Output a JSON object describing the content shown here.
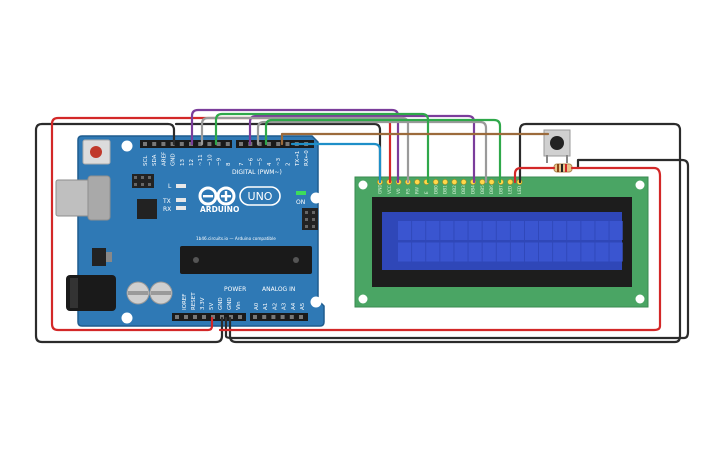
{
  "arduino": {
    "brand": "ARDUINO",
    "model": "UNO",
    "on_label": "ON",
    "l_label": "L",
    "tx_label": "TX",
    "rx_label": "RX",
    "site": "1b46.circuits.io — Arduino compatible",
    "digital_label": "DIGITAL (PWM~)",
    "power_label": "POWER",
    "analog_label": "ANALOG IN",
    "top_pins": [
      "SCL",
      "SDA",
      "AREF",
      "GND",
      "13",
      "12",
      "~11",
      "~10",
      "~9",
      "8",
      "7",
      "~6",
      "~5",
      "4",
      "~3",
      "2",
      "TX→1",
      "RX←0"
    ],
    "power_pins": [
      "IOREF",
      "RESET",
      "3.3V",
      "5V",
      "GND",
      "GND",
      "Vin"
    ],
    "analog_pins": [
      "A0",
      "A1",
      "A2",
      "A3",
      "A4",
      "A5"
    ]
  },
  "lcd": {
    "pin_labels": [
      "GND",
      "VCC",
      "V0",
      "RS",
      "RW",
      "E",
      "DB0",
      "DB1",
      "DB2",
      "DB3",
      "DB4",
      "DB5",
      "DB6",
      "DB7",
      "LED",
      "LED"
    ],
    "rows": 2,
    "cols": 16
  },
  "colors": {
    "board": "#2f79b5",
    "board_dark": "#1f5c8e",
    "lcd_pcb": "#4aa564",
    "lcd_bezel": "#1d1d1d",
    "lcd_screen": "#2f47b8",
    "lcd_cell": "#3a55d0",
    "wire_black": "#2b2b2b",
    "wire_red": "#d32828",
    "wire_purple": "#7b3d9b",
    "wire_green": "#2fa84a",
    "wire_grey": "#9a9a9a",
    "wire_cyan": "#1e8fc8",
    "wire_brown": "#9c6b3c"
  }
}
